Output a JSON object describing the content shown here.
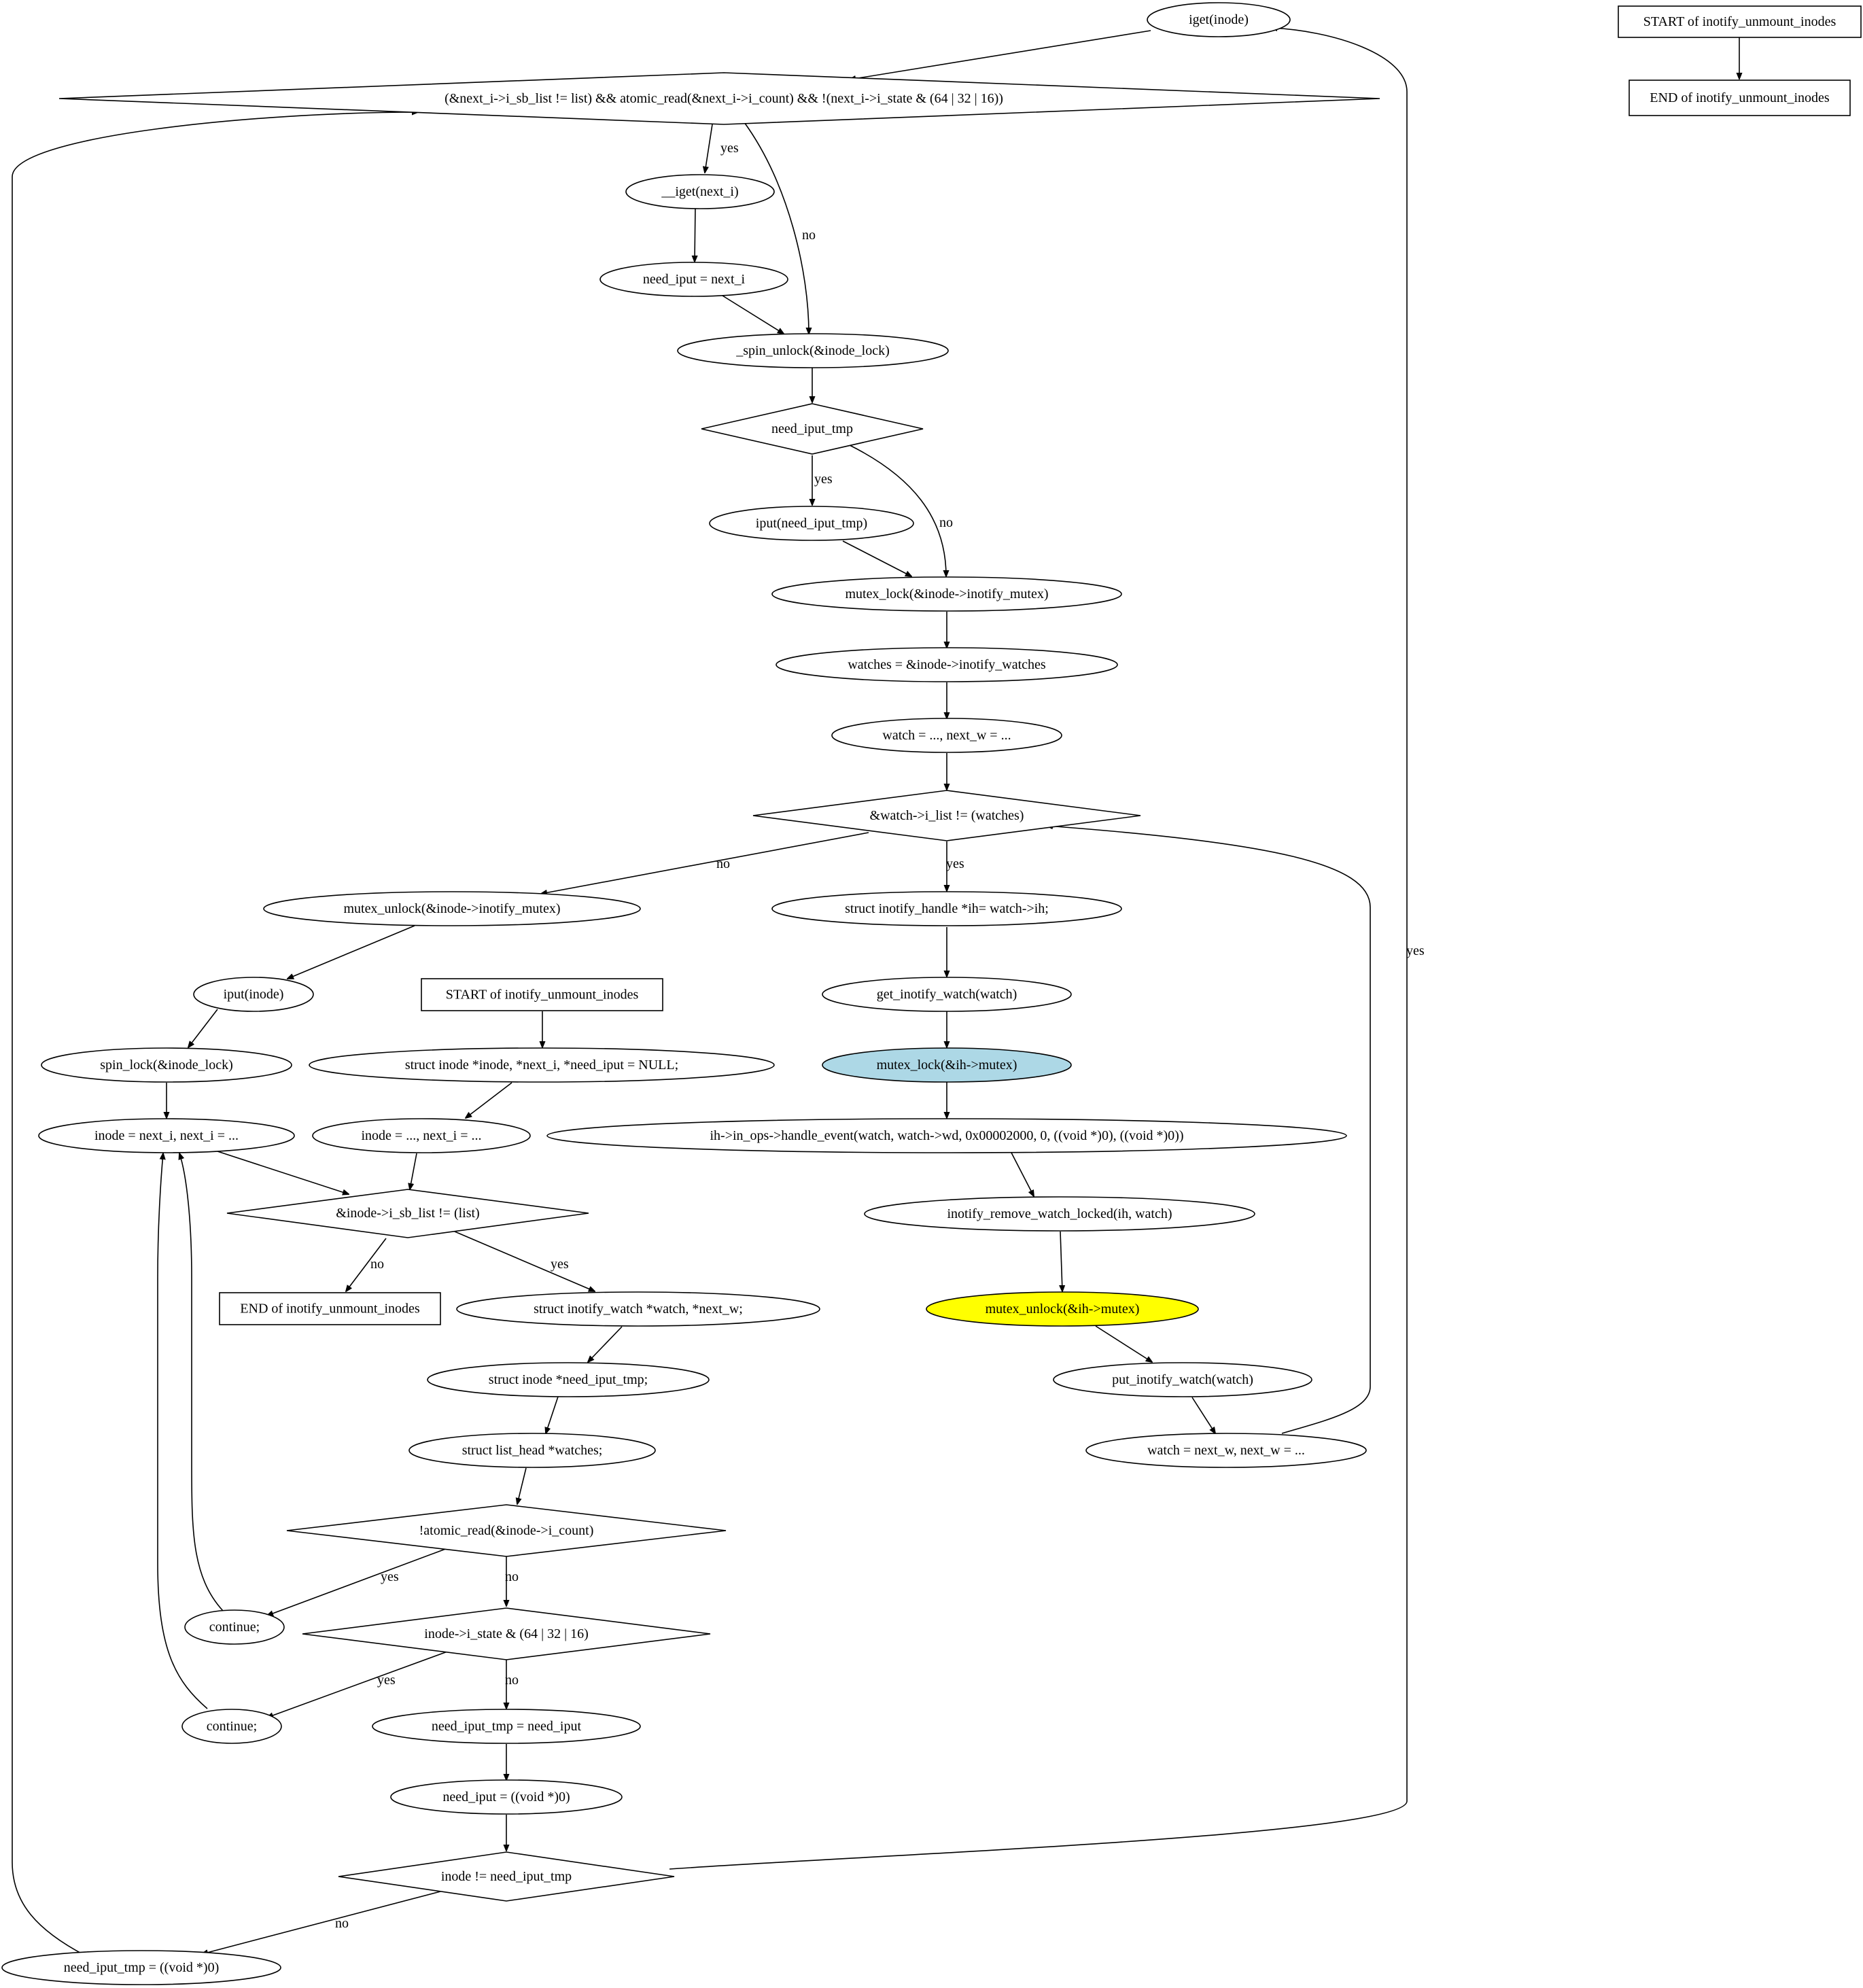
{
  "nodes": {
    "iget_inode": {
      "label": "iget(inode)"
    },
    "start_top": {
      "label": "START of inotify_unmount_inodes"
    },
    "end_top": {
      "label": "END of inotify_unmount_inodes"
    },
    "cond_next": {
      "label": "(&next_i->i_sb_list != list) && atomic_read(&next_i->i_count) && !(next_i->i_state & (64 | 32 | 16))"
    },
    "iget_next": {
      "label": "__iget(next_i)"
    },
    "need_iput_next": {
      "label": "need_iput = next_i"
    },
    "spin_unlock": {
      "label": "_spin_unlock(&inode_lock)"
    },
    "cond_need_tmp": {
      "label": "need_iput_tmp"
    },
    "iput_tmp": {
      "label": "iput(need_iput_tmp)"
    },
    "mutex_lock_inode": {
      "label": "mutex_lock(&inode->inotify_mutex)"
    },
    "watches_assign": {
      "label": "watches = &inode->inotify_watches"
    },
    "watch_assign": {
      "label": "watch = ..., next_w = ..."
    },
    "cond_watch": {
      "label": "&watch->i_list != (watches)"
    },
    "mutex_unlock_inode": {
      "label": "mutex_unlock(&inode->inotify_mutex)"
    },
    "ih_decl": {
      "label": "struct inotify_handle *ih= watch->ih;"
    },
    "get_watch": {
      "label": "get_inotify_watch(watch)"
    },
    "mutex_lock_ih": {
      "label": "mutex_lock(&ih->mutex)"
    },
    "handle_event": {
      "label": "ih->in_ops->handle_event(watch, watch->wd, 0x00002000, 0, ((void *)0), ((void *)0))"
    },
    "remove_watch": {
      "label": "inotify_remove_watch_locked(ih, watch)"
    },
    "mutex_unlock_ih": {
      "label": "mutex_unlock(&ih->mutex)"
    },
    "put_watch": {
      "label": "put_inotify_watch(watch)"
    },
    "watch_next": {
      "label": "watch = next_w, next_w = ..."
    },
    "iput_inode": {
      "label": "iput(inode)"
    },
    "start_main": {
      "label": "START of inotify_unmount_inodes"
    },
    "spin_lock": {
      "label": "spin_lock(&inode_lock)"
    },
    "decl_inode": {
      "label": "struct inode *inode, *next_i, *need_iput = NULL;"
    },
    "inode_next": {
      "label": "inode = next_i, next_i = ..."
    },
    "inode_init": {
      "label": "inode = ..., next_i = ..."
    },
    "cond_list": {
      "label": "&inode->i_sb_list != (list)"
    },
    "end_main": {
      "label": "END of inotify_unmount_inodes"
    },
    "decl_watch": {
      "label": "struct inotify_watch *watch, *next_w;"
    },
    "decl_need_tmp": {
      "label": "struct inode *need_iput_tmp;"
    },
    "decl_watches": {
      "label": "struct list_head *watches;"
    },
    "cond_count": {
      "label": "!atomic_read(&inode->i_count)"
    },
    "continue_1": {
      "label": "continue;"
    },
    "cond_state": {
      "label": "inode->i_state & (64 | 32 | 16)"
    },
    "continue_2": {
      "label": "continue;"
    },
    "tmp_assign": {
      "label": "need_iput_tmp = need_iput"
    },
    "need_null": {
      "label": "need_iput = ((void *)0)"
    },
    "cond_ne": {
      "label": "inode != need_iput_tmp"
    },
    "tmp_null": {
      "label": "need_iput_tmp = ((void *)0)"
    }
  },
  "edge_labels": {
    "cond_next_yes": "yes",
    "cond_next_no": "no",
    "cond_need_tmp_yes": "yes",
    "cond_need_tmp_no": "no",
    "cond_watch_no": "no",
    "cond_watch_yes": "yes",
    "cond_list_no": "no",
    "cond_list_yes": "yes",
    "cond_count_yes": "yes",
    "cond_count_no": "no",
    "cond_state_yes": "yes",
    "cond_state_no": "no",
    "cond_ne_no": "no",
    "cond_ne_yes": "yes"
  },
  "colors": {
    "highlight_lock": "#add8e6",
    "highlight_unlock": "#ffff00"
  }
}
